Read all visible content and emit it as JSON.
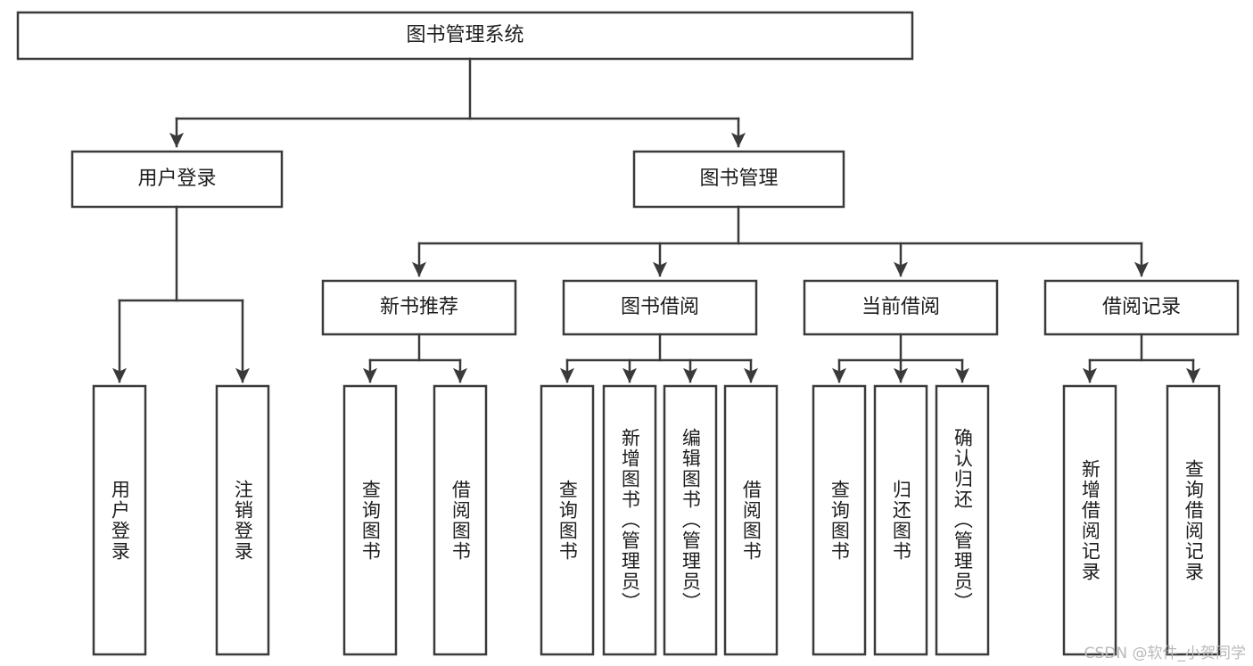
{
  "diagram": {
    "title": "图书管理系统",
    "type": "tree-hierarchy-diagram",
    "colors": {
      "background": "#ffffff",
      "box_fill": "#ffffff",
      "box_stroke": "#3a3a3a",
      "text": "#1d1d1d",
      "watermark": "#b9b9b9"
    },
    "levels": {
      "root": {
        "label": "图书管理系统",
        "orientation": "horizontal"
      },
      "level2": [
        {
          "id": "user-login",
          "label": "用户登录",
          "orientation": "horizontal"
        },
        {
          "id": "book-management",
          "label": "图书管理",
          "orientation": "horizontal"
        }
      ],
      "level3": [
        {
          "id": "new-book-recommend",
          "label": "新书推荐",
          "orientation": "horizontal",
          "parent": "book-management"
        },
        {
          "id": "book-borrow",
          "label": "图书借阅",
          "orientation": "horizontal",
          "parent": "book-management"
        },
        {
          "id": "current-borrow",
          "label": "当前借阅",
          "orientation": "horizontal",
          "parent": "book-management"
        },
        {
          "id": "borrow-record",
          "label": "借阅记录",
          "orientation": "horizontal",
          "parent": "book-management"
        }
      ],
      "leaves": [
        {
          "id": "leaf-user-login",
          "label": "用户登录",
          "orientation": "vertical",
          "parent": "user-login"
        },
        {
          "id": "leaf-logout-login",
          "label": "注销登录",
          "orientation": "vertical",
          "parent": "user-login"
        },
        {
          "id": "leaf-query-book-1",
          "label": "查询图书",
          "orientation": "vertical",
          "parent": "new-book-recommend"
        },
        {
          "id": "leaf-borrow-book-1",
          "label": "借阅图书",
          "orientation": "vertical",
          "parent": "new-book-recommend"
        },
        {
          "id": "leaf-query-book-2",
          "label": "查询图书",
          "orientation": "vertical",
          "parent": "book-borrow"
        },
        {
          "id": "leaf-add-book",
          "label": "新增图书（管理员）",
          "orientation": "vertical",
          "parent": "book-borrow"
        },
        {
          "id": "leaf-edit-book",
          "label": "编辑图书（管理员）",
          "orientation": "vertical",
          "parent": "book-borrow"
        },
        {
          "id": "leaf-borrow-book-2",
          "label": "借阅图书",
          "orientation": "vertical",
          "parent": "book-borrow"
        },
        {
          "id": "leaf-query-book-3",
          "label": "查询图书",
          "orientation": "vertical",
          "parent": "current-borrow"
        },
        {
          "id": "leaf-return-book",
          "label": "归还图书",
          "orientation": "vertical",
          "parent": "current-borrow"
        },
        {
          "id": "leaf-confirm-return",
          "label": "确认归还（管理员）",
          "orientation": "vertical",
          "parent": "current-borrow"
        },
        {
          "id": "leaf-add-record",
          "label": "新增借阅记录",
          "orientation": "vertical",
          "parent": "borrow-record"
        },
        {
          "id": "leaf-query-record",
          "label": "查询借阅记录",
          "orientation": "vertical",
          "parent": "borrow-record"
        }
      ]
    },
    "watermark": "CSDN @软件_小贺同学"
  }
}
